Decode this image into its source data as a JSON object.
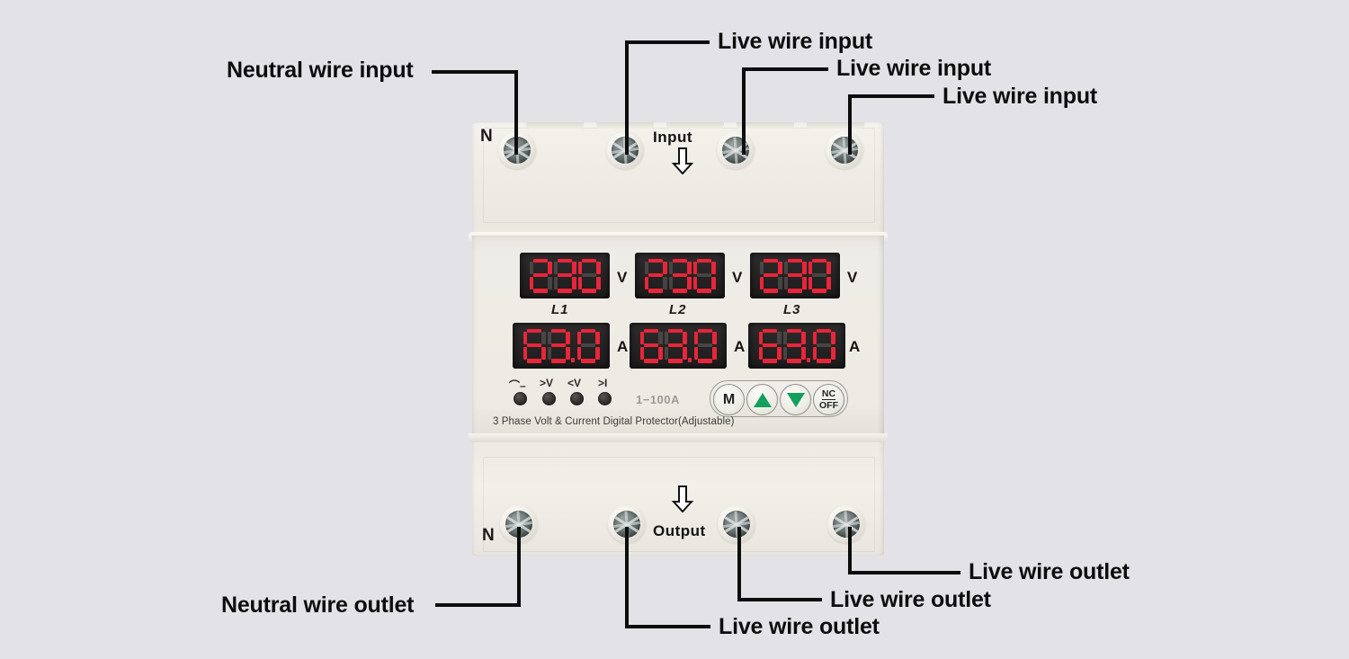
{
  "background_color": "#e3e2e6",
  "device": {
    "title_line": "3 Phase Volt & Current Digital Protector(Adjustable)",
    "current_range": "1−100A",
    "input_section": {
      "neutral_letter": "N",
      "io_label": "Input",
      "arrow_icon": "down-arrow-outline-icon",
      "terminals": [
        {
          "name": "neutral-input-terminal",
          "icon": "screw-terminal-icon"
        },
        {
          "name": "live-input-terminal-l1",
          "icon": "screw-terminal-icon"
        },
        {
          "name": "live-input-terminal-l2",
          "icon": "screw-terminal-icon"
        },
        {
          "name": "live-input-terminal-l3",
          "icon": "screw-terminal-icon"
        }
      ]
    },
    "output_section": {
      "neutral_letter": "N",
      "io_label": "Output",
      "arrow_icon": "down-arrow-outline-icon",
      "terminals": [
        {
          "name": "neutral-output-terminal",
          "icon": "screw-terminal-icon"
        },
        {
          "name": "live-output-terminal-l1",
          "icon": "screw-terminal-icon"
        },
        {
          "name": "live-output-terminal-l2",
          "icon": "screw-terminal-icon"
        },
        {
          "name": "live-output-terminal-l3",
          "icon": "screw-terminal-icon"
        }
      ]
    },
    "displays": {
      "voltage": [
        {
          "phase": "L1",
          "value": "230",
          "unit": "V"
        },
        {
          "phase": "L2",
          "value": "230",
          "unit": "V"
        },
        {
          "phase": "L3",
          "value": "230",
          "unit": "V"
        }
      ],
      "current": [
        {
          "phase": "L1",
          "value": "63.0",
          "unit": "A"
        },
        {
          "phase": "L2",
          "value": "63.0",
          "unit": "A"
        },
        {
          "phase": "L3",
          "value": "63.0",
          "unit": "A"
        }
      ],
      "segment_on_color": "#e7263a",
      "segment_off_color": "#5d5957",
      "panel_color": "#242222"
    },
    "indicators": [
      {
        "label": "⌒–",
        "icon": "wave-line-icon",
        "led": "status-led-power"
      },
      {
        "label": ">V",
        "icon": "over-voltage-icon",
        "led": "status-led-over-voltage"
      },
      {
        "label": "<V",
        "icon": "under-voltage-icon",
        "led": "status-led-under-voltage"
      },
      {
        "label": ">I",
        "icon": "over-current-icon",
        "led": "status-led-over-current"
      }
    ],
    "buttons": [
      {
        "name": "mode-button",
        "label": "M",
        "icon": "letter-m-icon"
      },
      {
        "name": "increase-button",
        "label": "",
        "icon": "triangle-up-icon",
        "color": "#13a05c"
      },
      {
        "name": "decrease-button",
        "label": "",
        "icon": "triangle-down-icon",
        "color": "#13a05c"
      },
      {
        "name": "nc-off-button",
        "label_top": "NC",
        "label_bottom": "OFF",
        "icon": "nc-off-icon"
      }
    ]
  },
  "callouts": {
    "top": [
      {
        "name": "callout-neutral-wire-input",
        "text": "Neutral wire input"
      },
      {
        "name": "callout-live-wire-input-1",
        "text": "Live wire input"
      },
      {
        "name": "callout-live-wire-input-2",
        "text": "Live wire input"
      },
      {
        "name": "callout-live-wire-input-3",
        "text": "Live wire input"
      }
    ],
    "bottom": [
      {
        "name": "callout-neutral-wire-outlet",
        "text": "Neutral wire outlet"
      },
      {
        "name": "callout-live-wire-outlet-1",
        "text": "Live wire outlet"
      },
      {
        "name": "callout-live-wire-outlet-2",
        "text": "Live wire outlet"
      },
      {
        "name": "callout-live-wire-outlet-3",
        "text": "Live wire outlet"
      }
    ]
  }
}
